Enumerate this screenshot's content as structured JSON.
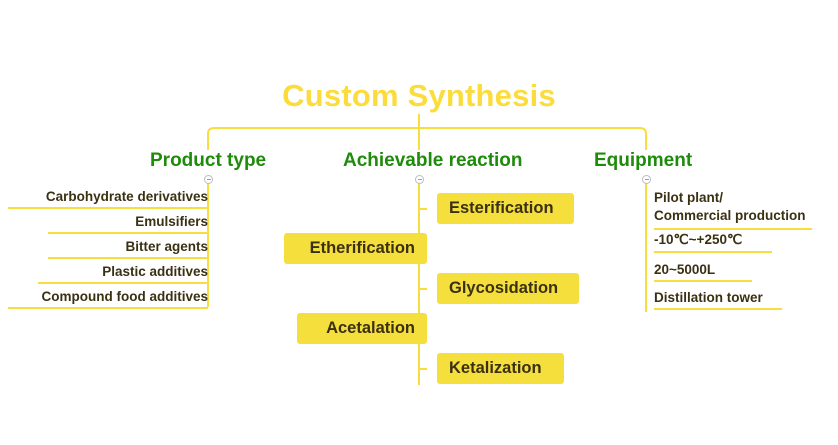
{
  "diagram": {
    "type": "mindmap",
    "title": "Custom Synthesis",
    "colors": {
      "title": "#FCDC3B",
      "branch_header": "#1E8C0A",
      "line": "#F7DE3E",
      "box_fill": "#F5DF3C",
      "text": "#3A3012",
      "background": "#FFFFFF"
    },
    "branches": [
      {
        "id": "product-type",
        "header": "Product type",
        "align": "right",
        "items": [
          {
            "label": "Carbohydrate derivatives"
          },
          {
            "label": "Emulsifiers"
          },
          {
            "label": "Bitter agents"
          },
          {
            "label": "Plastic additives"
          },
          {
            "label": "Compound food additives"
          }
        ]
      },
      {
        "id": "achievable-reaction",
        "header": "Achievable reaction",
        "align": "center",
        "items": [
          {
            "label": "Esterification",
            "side": "right"
          },
          {
            "label": "Etherification",
            "side": "left"
          },
          {
            "label": "Glycosidation",
            "side": "right"
          },
          {
            "label": "Acetalation",
            "side": "left"
          },
          {
            "label": "Ketalization",
            "side": "right"
          }
        ]
      },
      {
        "id": "equipment",
        "header": "Equipment",
        "align": "left",
        "items": [
          {
            "label": "Pilot plant/\nCommercial production"
          },
          {
            "label": "-10℃~+250℃"
          },
          {
            "label": "20~5000L"
          },
          {
            "label": "Distillation tower"
          }
        ]
      }
    ],
    "nodes": {
      "collapse_icon": "minus-circle-icon"
    }
  }
}
